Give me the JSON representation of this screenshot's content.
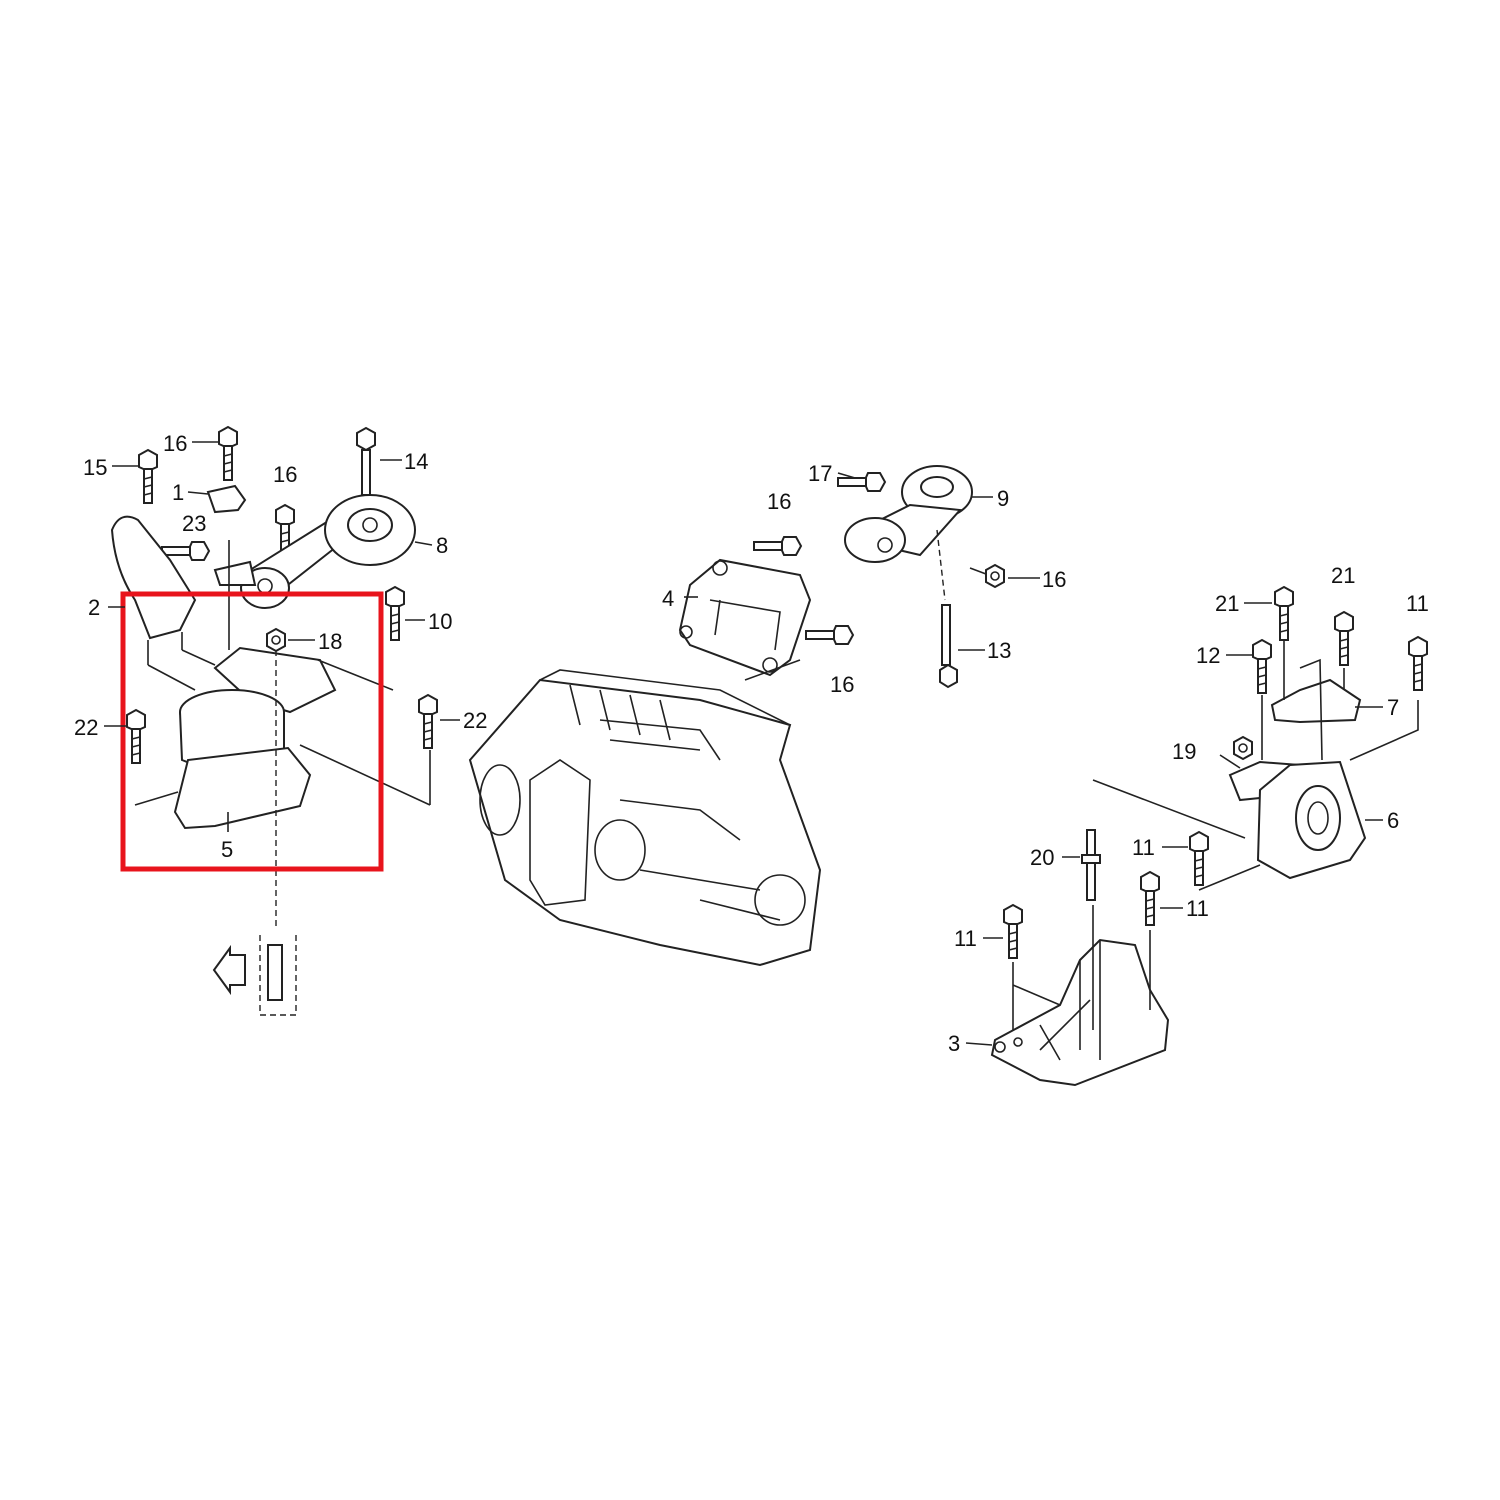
{
  "diagram": {
    "title": "Engine mount parts diagram",
    "highlight_color": "#e8141c",
    "callouts": {
      "c15": "15",
      "c16a": "16",
      "c1": "1",
      "c16b": "16",
      "c14": "14",
      "c23": "23",
      "c8": "8",
      "c2": "2",
      "c10": "10",
      "c18": "18",
      "c22a": "22",
      "c22b": "22",
      "c5": "5",
      "c17": "17",
      "c9": "9",
      "c16c": "16",
      "c4": "4",
      "c16d": "16",
      "c13": "13",
      "c16e": "16",
      "c21a": "21",
      "c21b": "21",
      "c11a": "11",
      "c12": "12",
      "c7": "7",
      "c19": "19",
      "c6": "6",
      "c20": "20",
      "c11b": "11",
      "c11c": "11",
      "c11d": "11",
      "c3": "3"
    },
    "front_arrow_icon": "arrow-left-outline-icon"
  }
}
